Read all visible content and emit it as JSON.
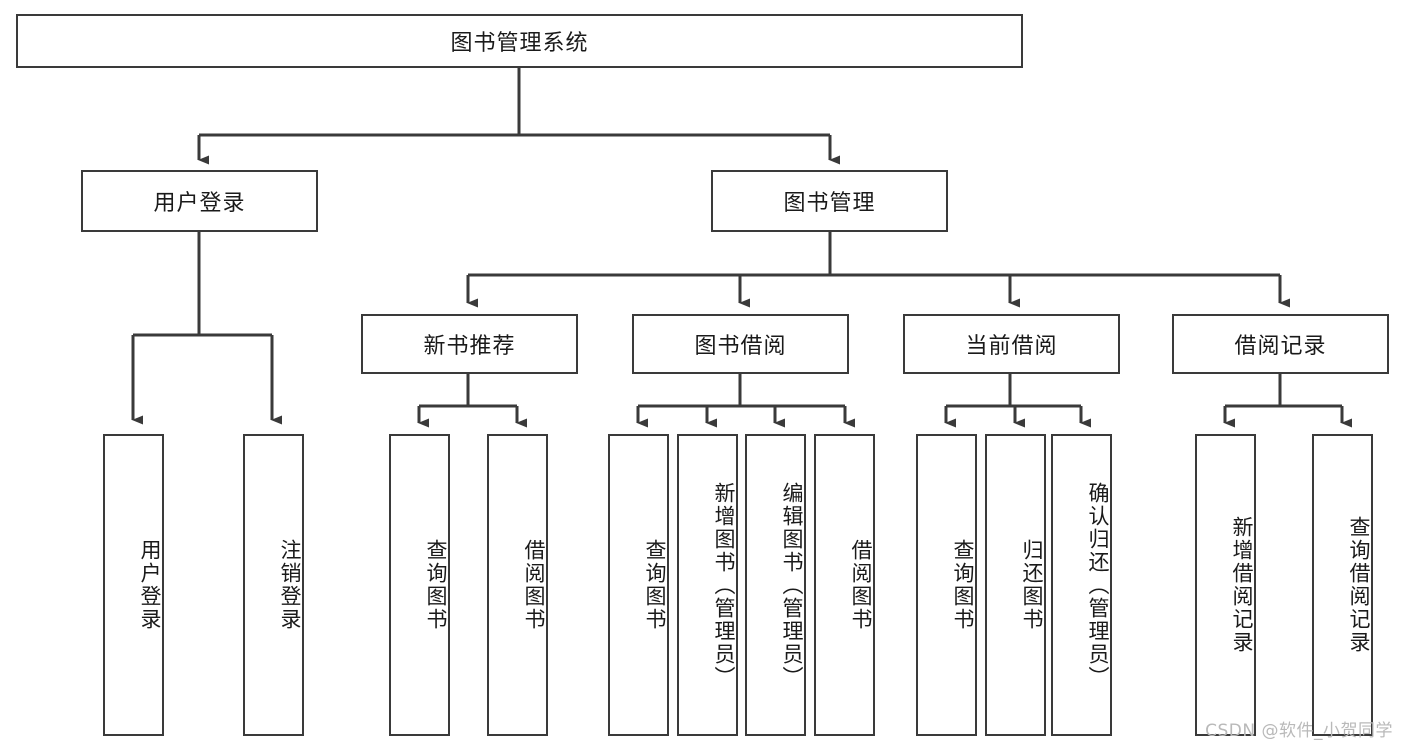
{
  "diagram": {
    "title": "图书管理系统",
    "type": "tree-hierarchy-chart",
    "watermark": "CSDN @软件_小贺同学",
    "colors": {
      "background": "#ffffff",
      "node_border": "#3a3a3a",
      "node_fill": "#ffffff",
      "edge": "#3a3a3a",
      "text": "#1a1a1a",
      "watermark": "#b9b9b9"
    },
    "root": {
      "id": "root",
      "label": "图书管理系统"
    },
    "level2": [
      {
        "id": "user-login",
        "label": "用户登录"
      },
      {
        "id": "book-manage",
        "label": "图书管理"
      }
    ],
    "level3": [
      {
        "id": "new-book-recommend",
        "label": "新书推荐",
        "parent": "book-manage"
      },
      {
        "id": "book-borrow",
        "label": "图书借阅",
        "parent": "book-manage"
      },
      {
        "id": "current-borrow",
        "label": "当前借阅",
        "parent": "book-manage"
      },
      {
        "id": "borrow-record",
        "label": "借阅记录",
        "parent": "book-manage"
      }
    ],
    "leaves": [
      {
        "id": "leaf-user-login",
        "label": "用户登录",
        "parent": "user-login"
      },
      {
        "id": "leaf-logout-login",
        "label": "注销登录",
        "parent": "user-login"
      },
      {
        "id": "leaf-query-book-1",
        "label": "查询图书",
        "parent": "new-book-recommend"
      },
      {
        "id": "leaf-borrow-book-1",
        "label": "借阅图书",
        "parent": "new-book-recommend"
      },
      {
        "id": "leaf-query-book-2",
        "label": "查询图书",
        "parent": "book-borrow"
      },
      {
        "id": "leaf-add-book",
        "label": "新增图书（管理员）",
        "parent": "book-borrow"
      },
      {
        "id": "leaf-edit-book",
        "label": "编辑图书（管理员）",
        "parent": "book-borrow"
      },
      {
        "id": "leaf-borrow-book-2",
        "label": "借阅图书",
        "parent": "book-borrow"
      },
      {
        "id": "leaf-query-book-3",
        "label": "查询图书",
        "parent": "current-borrow"
      },
      {
        "id": "leaf-return-book",
        "label": "归还图书",
        "parent": "current-borrow"
      },
      {
        "id": "leaf-confirm-return",
        "label": "确认归还（管理员）",
        "parent": "current-borrow"
      },
      {
        "id": "leaf-add-record",
        "label": "新增借阅记录",
        "parent": "borrow-record"
      },
      {
        "id": "leaf-query-record",
        "label": "查询借阅记录",
        "parent": "borrow-record"
      }
    ]
  }
}
